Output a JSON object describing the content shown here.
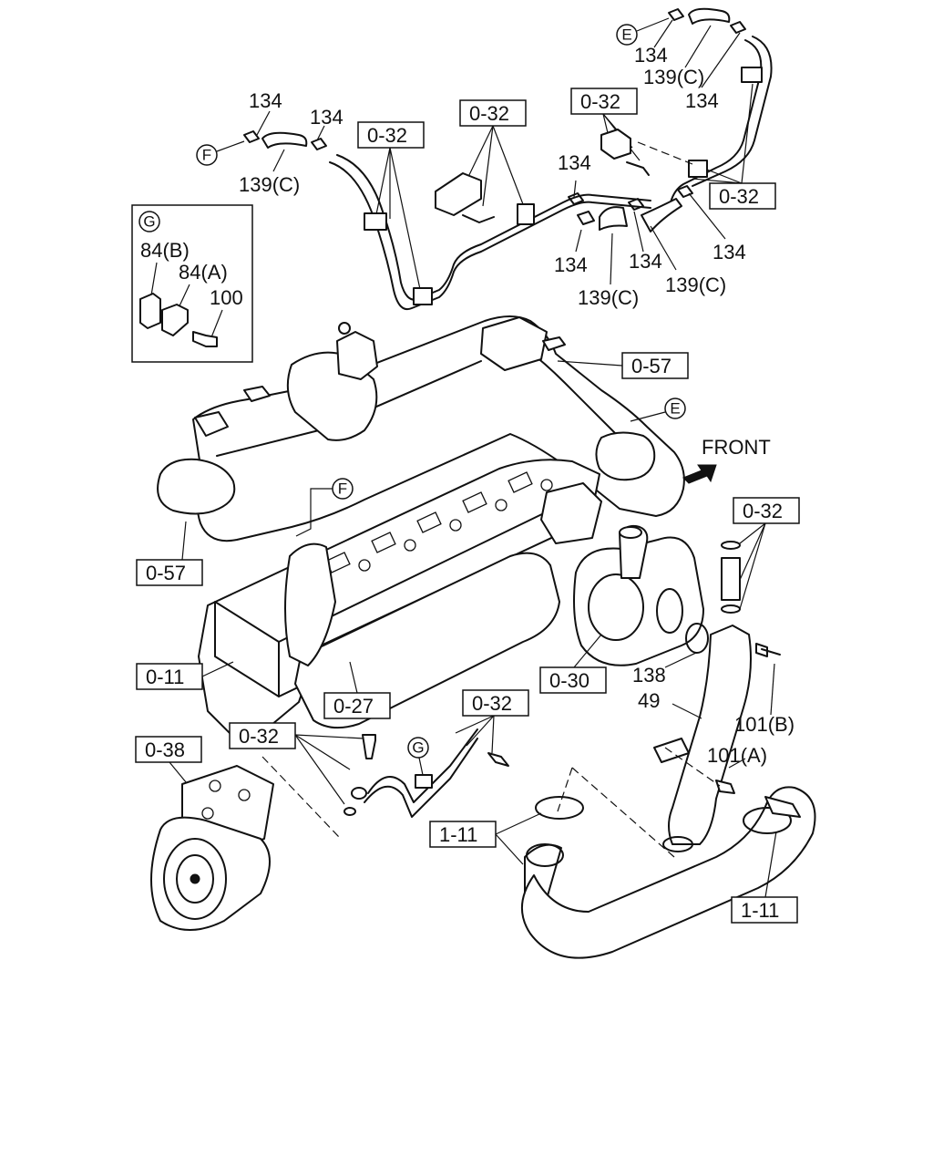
{
  "labels": {
    "p134": "134",
    "p139c": "139(C)",
    "p84b": "84(B)",
    "p84a": "84(A)",
    "p100": "100",
    "p138": "138",
    "p49": "49",
    "p101a": "101(A)",
    "p101b": "101(B)",
    "front": "FRONT"
  },
  "refs": {
    "r032": "0-32",
    "r057": "0-57",
    "r011": "0-11",
    "r027": "0-27",
    "r030": "0-30",
    "r038": "0-38",
    "r111": "1-11"
  },
  "markers": {
    "E": "E",
    "F": "F",
    "G": "G"
  }
}
